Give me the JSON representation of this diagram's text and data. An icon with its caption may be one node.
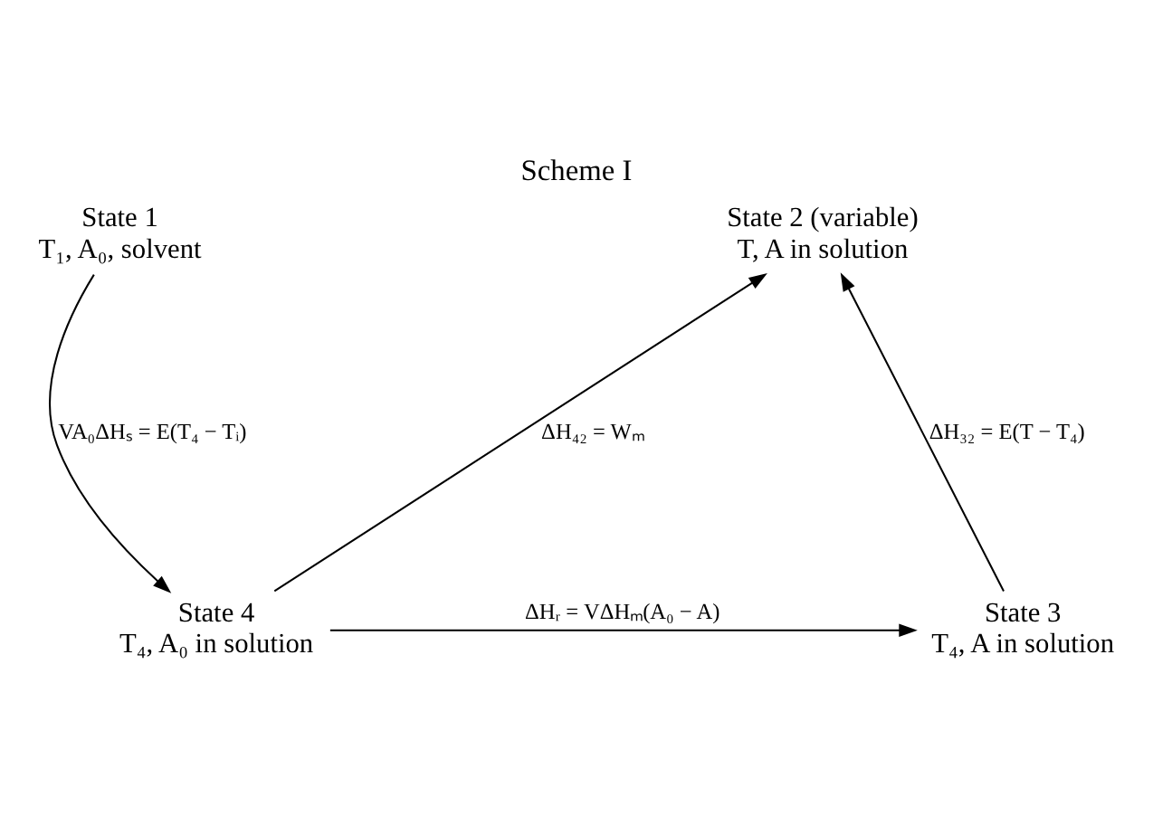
{
  "diagram": {
    "title": "Scheme I",
    "nodes": [
      {
        "text": [
          "State 1",
          "T₁, A₀, solvent"
        ]
      },
      {
        "text": [
          "State 2 (variable)",
          "T, A in solution"
        ]
      },
      {
        "text": [
          "State 4",
          "T₄, A₀ in solution"
        ]
      },
      {
        "text": [
          "State 3",
          "T₄, A in solution"
        ]
      }
    ],
    "edges": [
      {
        "from": 0,
        "to": 2,
        "arrow": "to",
        "label": "VA₀ΔHₛ = E(T₄ − Tᵢ)"
      },
      {
        "from": 2,
        "to": 1,
        "arrow": "to",
        "label": "ΔH₄₂ = Wₘ"
      },
      {
        "from": 3,
        "to": 1,
        "arrow": "to",
        "label": "ΔH₃₂ = E(T − T₄)"
      },
      {
        "from": 2,
        "to": 3,
        "arrow": "to",
        "label": "ΔHᵣ = VΔHₘ(A₀ − A)"
      }
    ]
  }
}
